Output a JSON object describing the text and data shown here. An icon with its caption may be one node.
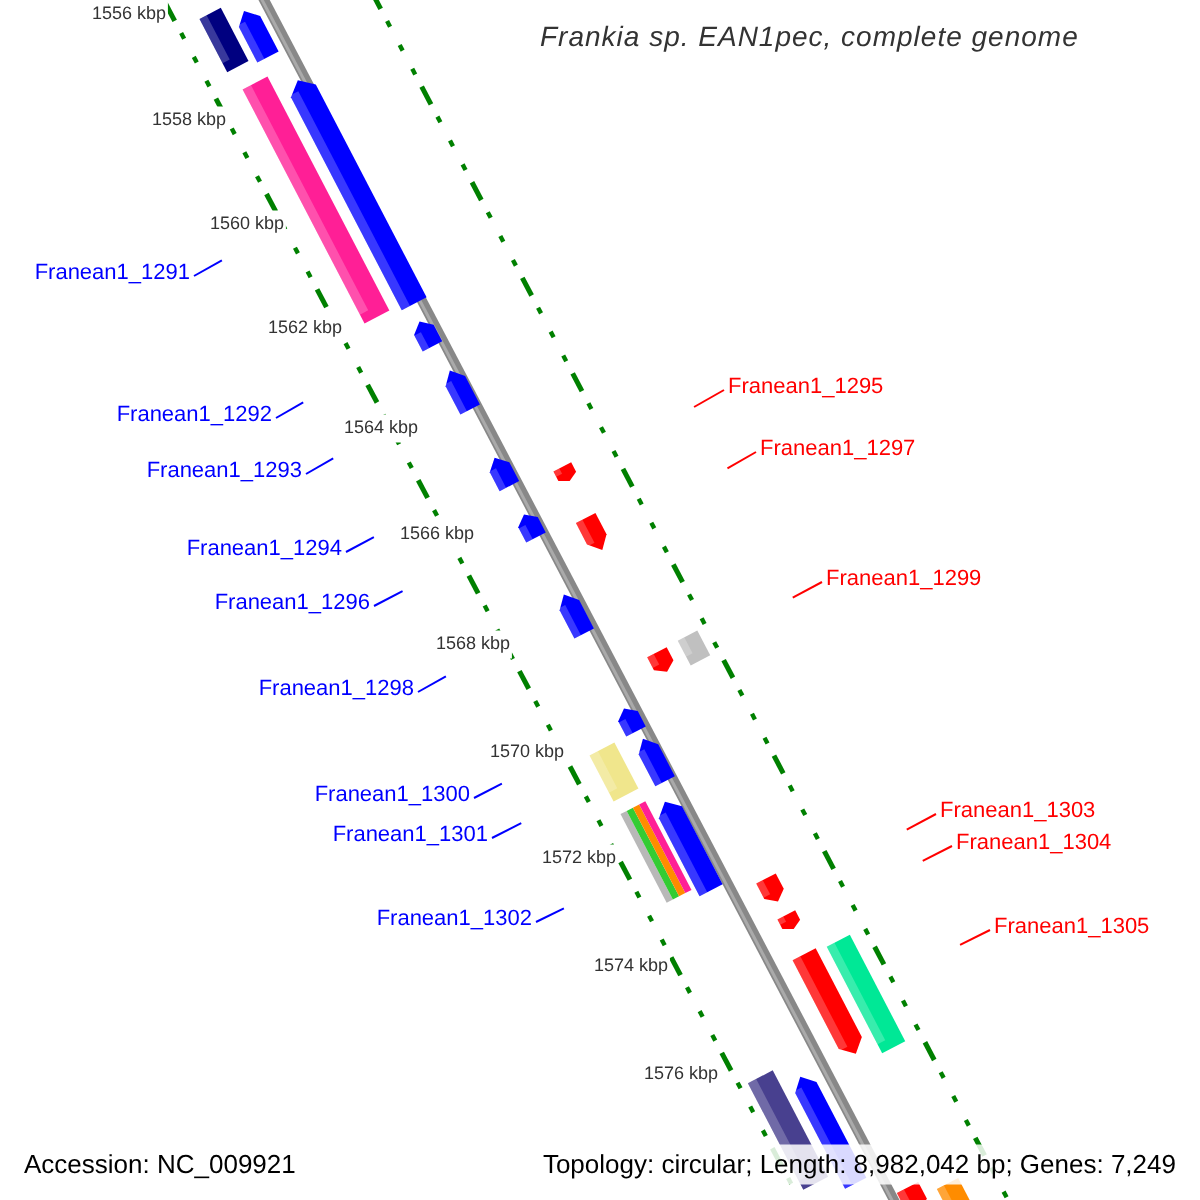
{
  "diagram": {
    "title": "Frankia sp. EAN1pec, complete genome",
    "nodes": [
      {
        "text": [
          "Franean1_1291"
        ]
      },
      {
        "text": [
          "Franean1_1295"
        ]
      },
      {
        "text": [
          "Franean1_1292"
        ]
      },
      {
        "text": [
          "Franean1_1297"
        ]
      },
      {
        "text": [
          "Franean1_1293"
        ]
      },
      {
        "text": [
          "Franean1_1294"
        ]
      },
      {
        "text": [
          "Franean1_1299"
        ]
      },
      {
        "text": [
          "Franean1_1296"
        ]
      },
      {
        "text": [
          "Franean1_1298"
        ]
      },
      {
        "text": [
          "Franean1_1300"
        ]
      },
      {
        "text": [
          "Franean1_1303"
        ]
      },
      {
        "text": [
          "Franean1_1301"
        ]
      },
      {
        "text": [
          "Franean1_1304"
        ]
      },
      {
        "text": [
          "Franean1_1302"
        ]
      },
      {
        "text": [
          "Franean1_1305"
        ]
      }
    ],
    "edges": [
      {
        "from": 0,
        "to": null,
        "arrow": "none"
      },
      {
        "from": 1,
        "to": null,
        "arrow": "none",
        "color": "#ff0000"
      },
      {
        "from": 2,
        "to": null,
        "arrow": "none"
      },
      {
        "from": 3,
        "to": null,
        "arrow": "none",
        "color": "#ff0000"
      },
      {
        "from": 4,
        "to": null,
        "arrow": "none"
      },
      {
        "from": 5,
        "to": null,
        "arrow": "none"
      },
      {
        "from": 6,
        "to": null,
        "arrow": "none",
        "color": "#ff0000"
      },
      {
        "from": 7,
        "to": null,
        "arrow": "none"
      },
      {
        "from": 8,
        "to": null,
        "arrow": "none"
      },
      {
        "from": 9,
        "to": null,
        "arrow": "none"
      },
      {
        "from": 10,
        "to": null,
        "arrow": "none",
        "color": "#ff0000"
      },
      {
        "from": 11,
        "to": null,
        "arrow": "none"
      },
      {
        "from": 12,
        "to": null,
        "arrow": "none",
        "color": "#ff0000"
      },
      {
        "from": 13,
        "to": null,
        "arrow": "none"
      },
      {
        "from": 14,
        "to": null,
        "arrow": "none",
        "color": "#ff0000"
      }
    ],
    "labels": [
      "1556 kbp",
      "1558 kbp",
      "1560 kbp",
      "1562 kbp",
      "1564 kbp",
      "1566 kbp",
      "1568 kbp",
      "1570 kbp",
      "1572 kbp",
      "1574 kbp",
      "1576 kbp",
      "Accession: NC_009921",
      "Topology: circular; Length: 8,982,042 bp; Genes: 7,249"
    ]
  }
}
